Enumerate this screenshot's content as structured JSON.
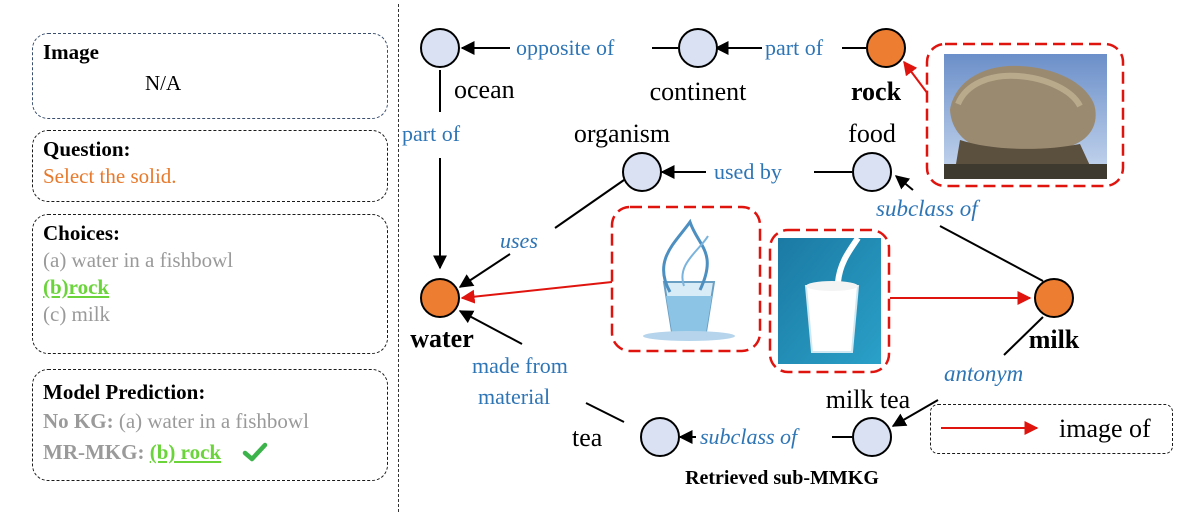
{
  "panels": {
    "image": {
      "title": "Image",
      "value": "N/A"
    },
    "question": {
      "title": "Question:",
      "text": "Select the solid."
    },
    "choices": {
      "title": "Choices:",
      "a": "(a) water in a fishbowl",
      "b": "(b)rock",
      "c": "(c) milk"
    },
    "prediction": {
      "title": "Model Prediction:",
      "nokg_label": "No KG:",
      "nokg_value": "(a) water in a fishbowl",
      "mrmkg_label": "MR-MKG:",
      "mrmkg_value": "(b) rock",
      "check_icon": "check-icon"
    }
  },
  "graph": {
    "nodes": {
      "ocean": "ocean",
      "continent": "continent",
      "rock": "rock",
      "organism": "organism",
      "food": "food",
      "water": "water",
      "milk": "milk",
      "milk_tea": "milk tea",
      "tea": "tea"
    },
    "edges": {
      "opposite_of": "opposite of",
      "part_of_top": "part of",
      "part_of_left": "part of",
      "used_by": "used by",
      "subclass_of_right": "subclass of",
      "uses": "uses",
      "made_from_1": "made from",
      "made_from_2": "material",
      "antonym": "antonym",
      "subclass_of_bottom": "subclass of"
    },
    "images": {
      "rock": "rock-photo",
      "water": "water-glass-photo",
      "milk": "milk-glass-photo"
    },
    "caption": "Retrieved sub-MMKG",
    "legend_label": "image of"
  },
  "colors": {
    "node_blue": "#d9e1f2",
    "node_orange": "#ed7d31",
    "edge_label_blue": "#2e75b6",
    "image_arrow_red": "#e0140f",
    "answer_green": "#6ad43a",
    "question_orange": "#e8792a"
  }
}
